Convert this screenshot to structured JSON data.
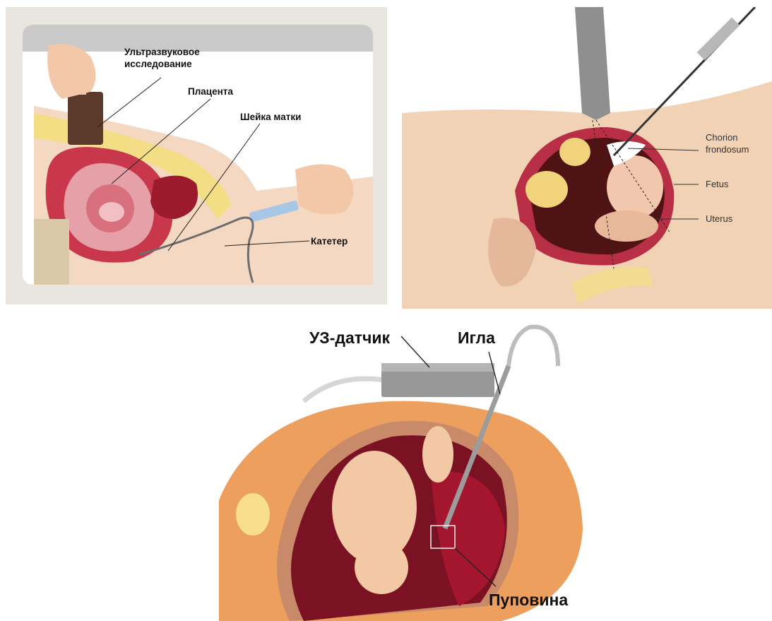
{
  "panels": {
    "cvs": {
      "labels": {
        "ultrasound": "Ультразвуковое исследование",
        "ultrasound_line1": "Ультразвуковое",
        "ultrasound_line2": "исследование",
        "placenta": "Плацента",
        "cervix": "Шейка матки",
        "catheter": "Катетер"
      }
    },
    "transabdominal": {
      "labels": {
        "chorion_line1": "Chorion",
        "chorion_line2": "frondosum",
        "fetus": "Fetus",
        "uterus": "Uterus"
      }
    },
    "cordocentesis": {
      "labels": {
        "probe": "УЗ-датчик",
        "needle": "Игла",
        "cord": "Пуповина"
      }
    }
  },
  "colors": {
    "skin": "#f1c9a6",
    "uterus_wall": "#b2263c",
    "amniotic_dark": "#6b0d1c",
    "abdomen_orange": "#e9904c",
    "probe_gray": "#9a9a9a",
    "placenta_yellow": "#f3d77a"
  }
}
